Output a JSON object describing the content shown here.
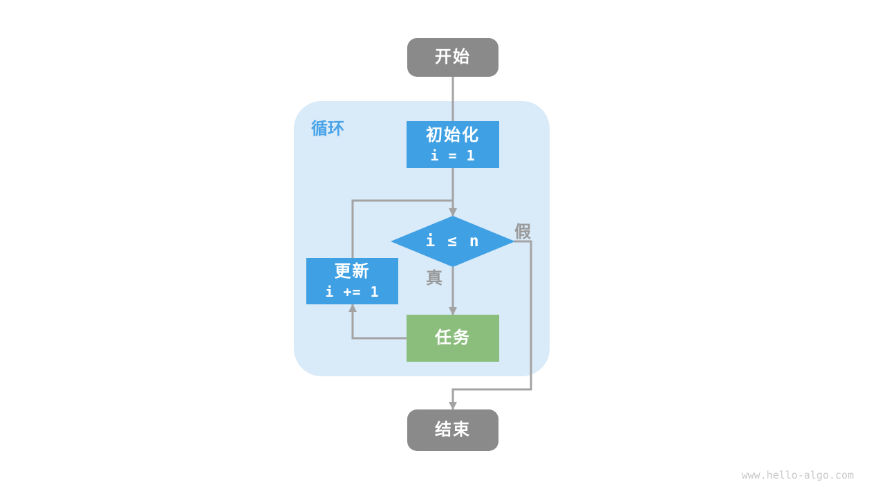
{
  "diagram": {
    "region_label": "循环",
    "nodes": {
      "start": {
        "label": "开始"
      },
      "init": {
        "title": "初始化",
        "code": "i = 1"
      },
      "condition": {
        "code": "i ≤ n"
      },
      "update": {
        "title": "更新",
        "code": "i += 1"
      },
      "task": {
        "label": "任务"
      },
      "end": {
        "label": "结束"
      }
    },
    "edge_labels": {
      "true": "真",
      "false": "假"
    }
  },
  "watermark": "www.hello-algo.com",
  "colors": {
    "node-gray": "#8a8a8a",
    "node-blue": "#3fa0e4",
    "node-green": "#8bbe7d",
    "container-bg": "#d9eaf8",
    "connector": "#a3a3a3",
    "edge-label": "#999999",
    "region-label": "#4aa3e8",
    "watermark": "#c9c9c9",
    "node-text": "#ffffff"
  }
}
